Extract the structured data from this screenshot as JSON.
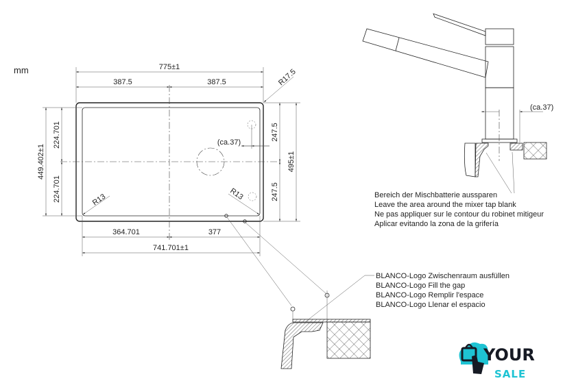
{
  "unit_label": "mm",
  "top_view": {
    "dim_overall_width": "775±1",
    "dim_half_left": "387.5",
    "dim_half_right": "387.5",
    "dim_corner_radius_outer": "R17.5",
    "dim_inner_height": "449.402±1",
    "dim_inner_half_top": "224.701",
    "dim_inner_half_bottom": "224.701",
    "dim_outer_half_top": "247.5",
    "dim_outer_half_bottom": "247.5",
    "dim_overall_height": "495±1",
    "dim_tap_offset": "(ca.37)",
    "dim_radius_inner_left": "R13",
    "dim_radius_inner_right": "R13",
    "dim_inner_left": "364.701",
    "dim_inner_right": "377",
    "dim_inner_width": "741.701±1"
  },
  "tap_view": {
    "dim_tap_offset": "(ca.37)",
    "notes": [
      "Bereich der Mischbatterie aussparen",
      "Leave the area around the mixer tap blank",
      "Ne pas appliquer sur le contour du robinet mitigeur",
      "Aplicar evitando la zona de la grifería"
    ]
  },
  "logo_view": {
    "notes": [
      "BLANCO-Logo Zwischenraum ausfüllen",
      "BLANCO-Logo Fill the gap",
      "BLANCO-Logo Remplir l'espace",
      "BLANCO-Logo Llenar el espacio"
    ]
  },
  "watermark": {
    "line1": "YOUR",
    "line2": "SALE",
    "accent": "#1ec3d3",
    "dark": "#161a24"
  }
}
